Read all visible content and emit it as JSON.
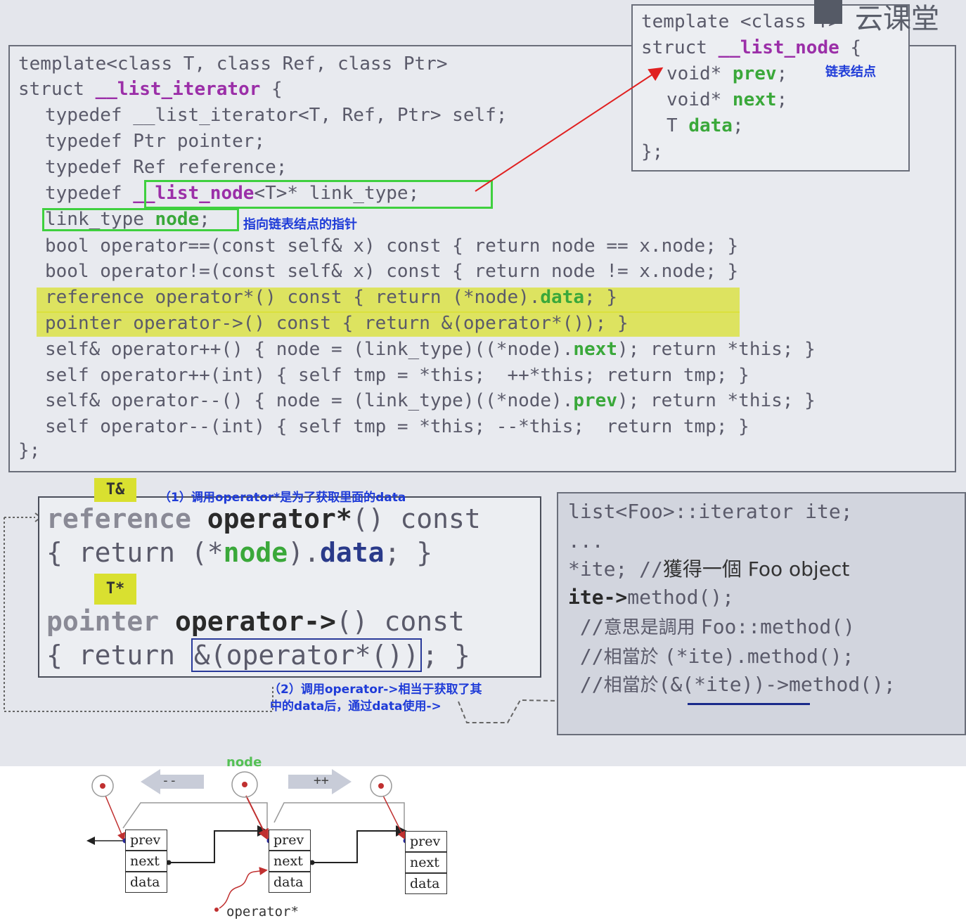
{
  "watermark": "云课堂",
  "iterator_code": {
    "line1": "template<class T, class Ref, class Ptr>",
    "line2_kw": "struct",
    "line2_name": "__list_iterator",
    "line2_end": "{",
    "line3": "typedef __list_iterator<T, Ref, Ptr> self;",
    "line4": "typedef Ptr pointer;",
    "line5": "typedef Ref reference;",
    "line6_kw": "typedef",
    "line6_name": "__list_node",
    "line6_rest": "<T>* link_type;",
    "line7_a": "link_type ",
    "line7_b": "node",
    "line7_c": ";",
    "line8": "bool operator==(const self& x) const { return node == x.node; }",
    "line9": "bool operator!=(const self& x) const { return node != x.node; }",
    "line10_a": "reference operator*() const { return (*node).",
    "line10_b": "data",
    "line10_c": "; }",
    "line11": "pointer operator->() const { return &(operator*()); }",
    "line12_a": "self& operator++() { node = (link_type)((*node).",
    "line12_b": "next",
    "line12_c": "); return *this; }",
    "line13": "self operator++(int) { self tmp = *this;  ++*this; return tmp; }",
    "line14_a": "self& operator--() { node = (link_type)((*node).",
    "line14_b": "prev",
    "line14_c": "); return *this; }",
    "line15": "self operator--(int) { self tmp = *this; --*this;  return tmp; }",
    "line16": "};"
  },
  "node_code": {
    "line1": "template <class T>",
    "line2_kw": "struct",
    "line2_name": "__list_node",
    "line2_end": "{",
    "prev_a": "void* ",
    "prev_b": "prev",
    "prev_c": ";",
    "next_a": "void* ",
    "next_b": "next",
    "next_c": ";",
    "data_a": "T ",
    "data_b": "data",
    "data_c": ";",
    "end": "};"
  },
  "notes": {
    "node_label": "链表结点",
    "pointer_label": "指向链表结点的指针",
    "note1": "（1）调用operator*是为了获取里面的data",
    "note2_line1": "（2）调用operator->相当于获取了其",
    "note2_line2": "中的data后，通过data使用->"
  },
  "zoom": {
    "tag_ref": "T&",
    "tag_ptr": "T*",
    "l1_a": "reference",
    "l1_b": "operator*",
    "l1_c": "() const",
    "l2_a": "{ return (*",
    "l2_b": "node",
    "l2_c": ").",
    "l2_d": "data",
    "l2_e": "; }",
    "l3_a": "pointer",
    "l3_b": "operator->",
    "l3_c": "() const",
    "l4_a": "{ return ",
    "l4_b": "&(operator*())",
    "l4_c": "; }"
  },
  "usage": {
    "l1": "list<Foo>::iterator ite;",
    "l2": "...",
    "l3_a": "*ite; //",
    "l3_b": "獲得一個 Foo object",
    "l4_a": "ite->",
    "l4_b": "method();",
    "l5_a": " //",
    "l5_b": "意思是調用 ",
    "l5_c": "Foo::method()",
    "l6_a": " //",
    "l6_b": "相當於 ",
    "l6_c": "(*ite).method();",
    "l7_a": " //",
    "l7_b": "相當於",
    "l7_c": "(&(*ite))->method();"
  },
  "diagram": {
    "node_label": "node",
    "minus": "--",
    "plus": "++",
    "cells": [
      "prev",
      "next",
      "data"
    ],
    "operator_label": "operator*"
  },
  "colors": {
    "highlight_green": "#3fd03f",
    "highlight_yellow": "#d9e030",
    "note_blue": "#1f3cd8",
    "keyword_purple": "#9b2fa8",
    "member_green": "#3aa83a",
    "arrow_red": "#e02020"
  }
}
